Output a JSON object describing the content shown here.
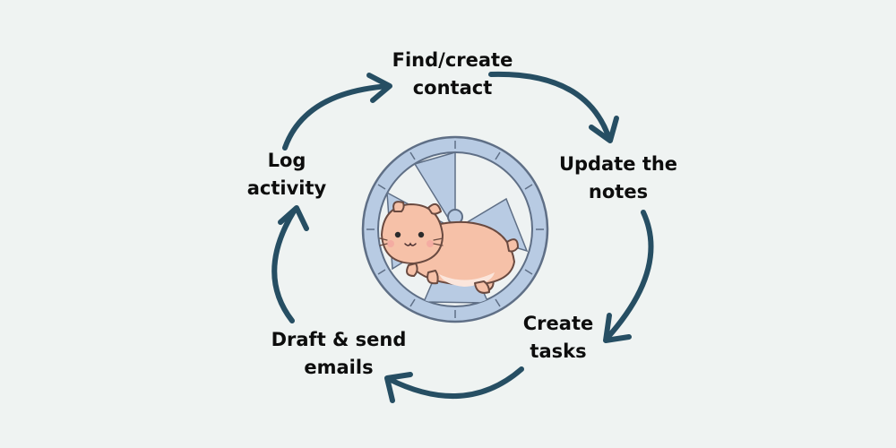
{
  "cycle": {
    "arrow_color": "#264e63",
    "steps": [
      {
        "line1": "Find/create",
        "line2": "contact"
      },
      {
        "line1": "Update the",
        "line2": "notes"
      },
      {
        "line1": "Create",
        "line2": "tasks"
      },
      {
        "line1": "Draft & send",
        "line2": "emails"
      },
      {
        "line1": "Log",
        "line2": "activity"
      }
    ]
  },
  "illustration": {
    "subject": "hamster-running-in-wheel",
    "wheel_color": "#b8cbe3",
    "wheel_outline": "#5f6f86",
    "hamster_color": "#f6c1a8"
  }
}
